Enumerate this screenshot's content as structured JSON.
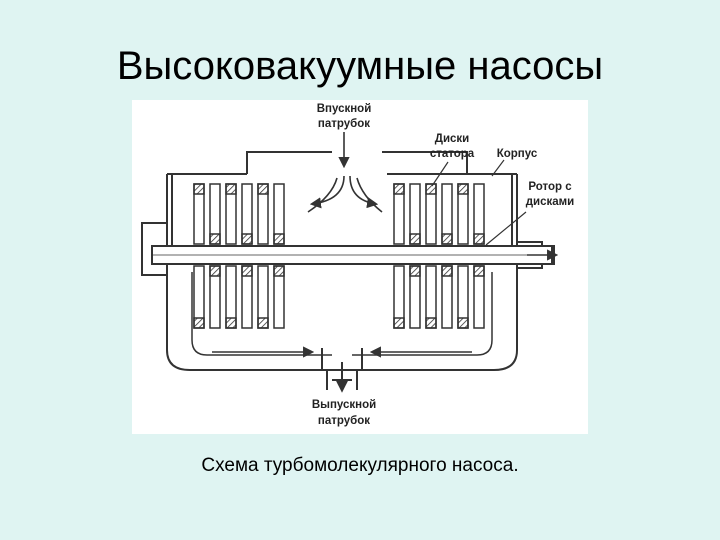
{
  "slide": {
    "title": "Высоковакуумные насосы",
    "caption": "Схема турбомолекулярного насоса."
  },
  "diagram": {
    "labels": {
      "inlet_1": "Впускной",
      "inlet_2": "патрубок",
      "stator_1": "Диски",
      "stator_2": "статора",
      "housing": "Корпус",
      "rotor_1": "Ротор с",
      "rotor_2": "дисками",
      "outlet_1": "Выпускной",
      "outlet_2": "патрубок"
    }
  }
}
